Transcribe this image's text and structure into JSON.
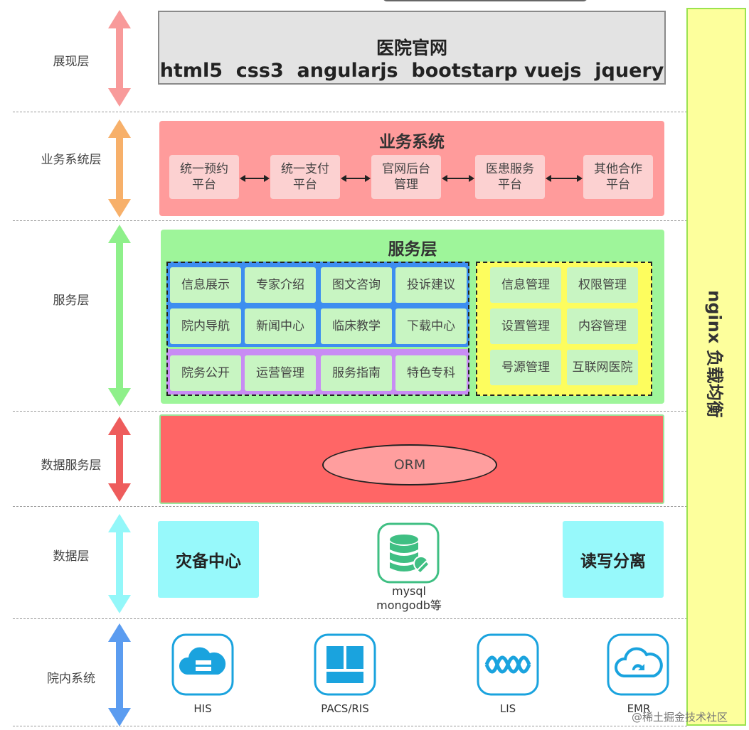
{
  "layers": {
    "presentation": "展现层",
    "business_system": "业务系统层",
    "service": "服务层",
    "data_service": "数据服务层",
    "data": "数据层",
    "hospital_internal": "院内系统"
  },
  "presentation": {
    "title": "医院官网",
    "tech": "html5  css3  angularjs  bootstarp vuejs  jquery"
  },
  "business": {
    "title": "业务系统",
    "items": [
      "统一预约平台",
      "统一支付平台",
      "官网后台管理",
      "医患服务平台",
      "其他合作平台"
    ]
  },
  "service": {
    "title": "服务层",
    "blue_items": [
      "信息展示",
      "专家介绍",
      "图文咨询",
      "投诉建议",
      "院内导航",
      "新闻中心",
      "临床教学",
      "下载中心"
    ],
    "purple_items": [
      "院务公开",
      "运营管理",
      "服务指南",
      "特色专科"
    ],
    "yellow_items": [
      "信息管理",
      "权限管理",
      "设置管理",
      "内容管理",
      "号源管理",
      "互联网医院"
    ]
  },
  "data_service": {
    "orm": "ORM"
  },
  "data": {
    "disaster_recovery": "灾备中心",
    "read_write_split": "读写分离",
    "db_line1": "mysql",
    "db_line2": "mongodb等",
    "db_icon": "database-wrench-icon"
  },
  "internal_systems": [
    {
      "label": "HIS",
      "icon": "cloud-server-icon"
    },
    {
      "label": "PACS/RIS",
      "icon": "layout-grid-icon"
    },
    {
      "label": "LIS",
      "icon": "wave-icon"
    },
    {
      "label": "EMR",
      "icon": "cloud-sync-icon"
    }
  ],
  "nginx": "nginx 负载均衡",
  "watermark": "@稀土掘金技术社区",
  "colors": {
    "arrow_presentation": "#f89a9a",
    "arrow_business": "#f7b06a",
    "arrow_service": "#8ef08a",
    "arrow_data_service": "#ee5c5c",
    "arrow_data": "#93f7f9",
    "arrow_internal": "#5b9cf0",
    "business_bg": "#ff9b9b",
    "service_bg": "#9ef59a",
    "orm_bg": "#ff6666",
    "nginx_bg": "#fdff9c"
  }
}
